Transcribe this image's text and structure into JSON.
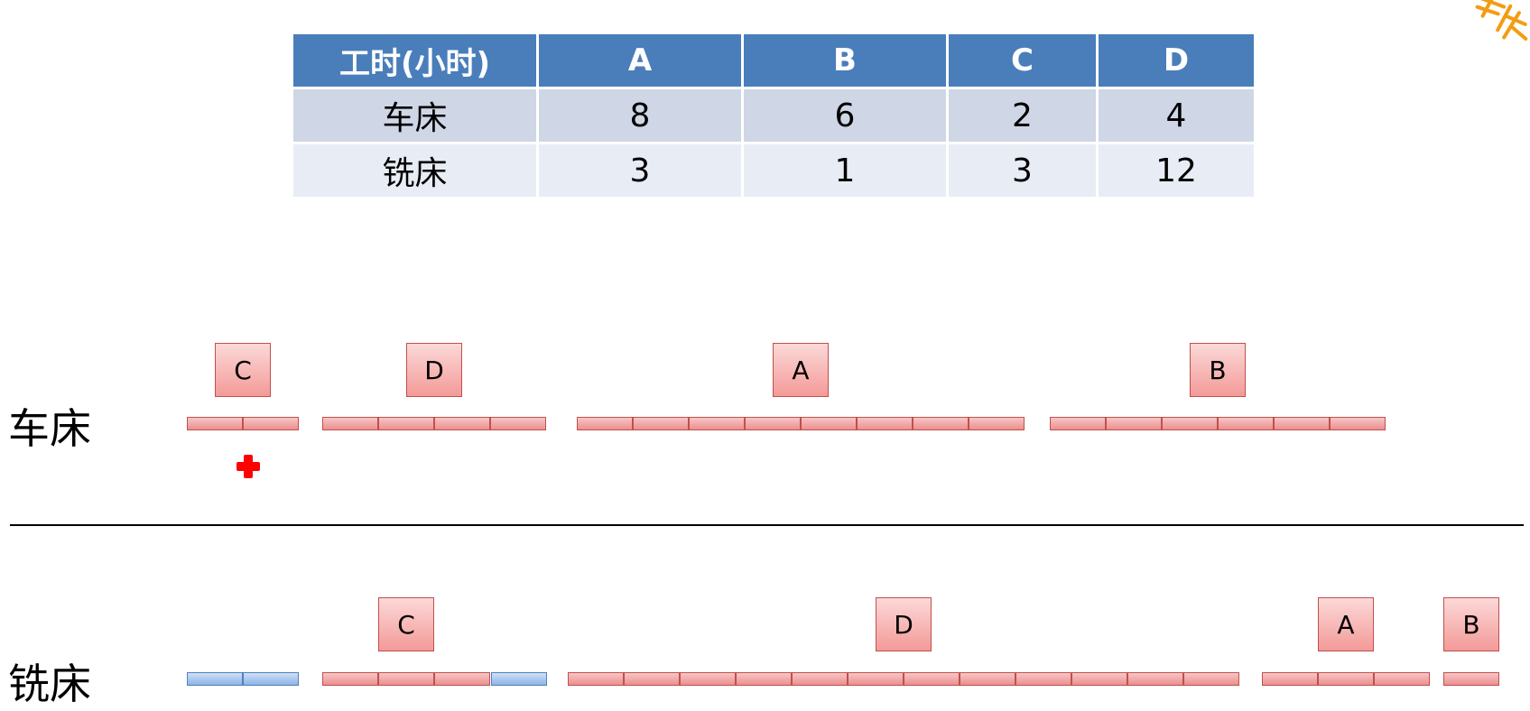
{
  "table": {
    "headers": [
      "工时(小时)",
      "A",
      "B",
      "C",
      "D"
    ],
    "rows": [
      [
        "车床",
        "8",
        "6",
        "2",
        "4"
      ],
      [
        "铣床",
        "3",
        "1",
        "3",
        "12"
      ]
    ]
  },
  "lanes": [
    {
      "label": "车床",
      "blocks": [
        {
          "job": "C",
          "units": 2,
          "idle": false
        },
        {
          "job": "D",
          "units": 4,
          "idle": false
        },
        {
          "job": "A",
          "units": 8,
          "idle": false
        },
        {
          "job": "B",
          "units": 6,
          "idle": false
        }
      ]
    },
    {
      "label": "铣床",
      "blocks": [
        {
          "job": "",
          "units": 2,
          "idle": true
        },
        {
          "job": "C",
          "units": 3,
          "idle": false
        },
        {
          "job": "",
          "units": 1,
          "idle": true
        },
        {
          "job": "D",
          "units": 12,
          "idle": false
        },
        {
          "job": "A",
          "units": 3,
          "idle": false
        },
        {
          "job": "B",
          "units": 1,
          "idle": false
        }
      ]
    }
  ],
  "colors": {
    "header_bg": "#4a7ebb",
    "row1_bg": "#cfd7e6",
    "row2_bg": "#e8edf5",
    "work_segment": "#f4a9a8",
    "idle_segment": "#9dc3e6",
    "pointer": "#ff0000",
    "watermark": "#f39c12"
  },
  "icons": {
    "pointer": "laser-pointer-icon"
  }
}
